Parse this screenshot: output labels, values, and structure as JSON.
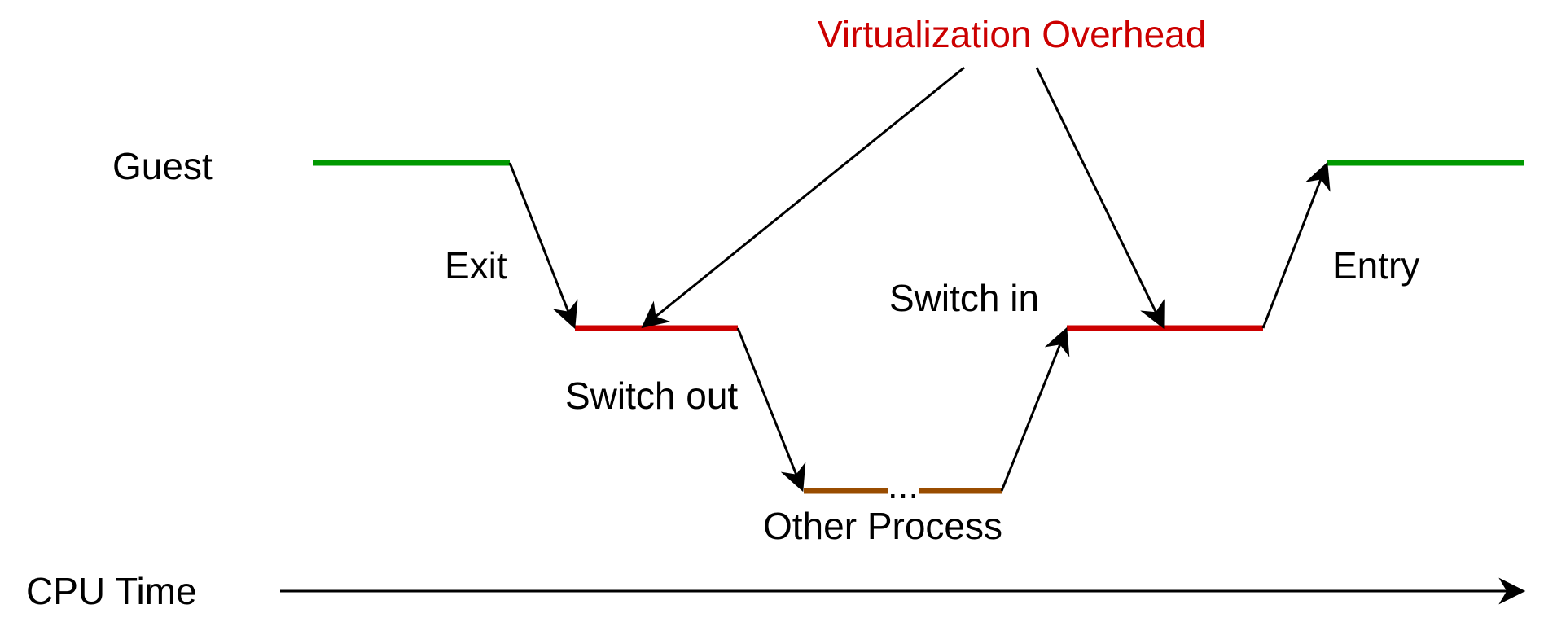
{
  "labels": {
    "guest": "Guest",
    "exit": "Exit",
    "switch_out": "Switch out",
    "ellipsis": "...",
    "other_process": "Other Process",
    "switch_in": "Switch in",
    "entry": "Entry",
    "cpu_time": "CPU Time",
    "virtualization_overhead": "Virtualization Overhead"
  },
  "colors": {
    "guest": "#009900",
    "overhead": "#cc0000",
    "other_process": "#994c00",
    "arrow": "#000000",
    "text": "#000000"
  }
}
